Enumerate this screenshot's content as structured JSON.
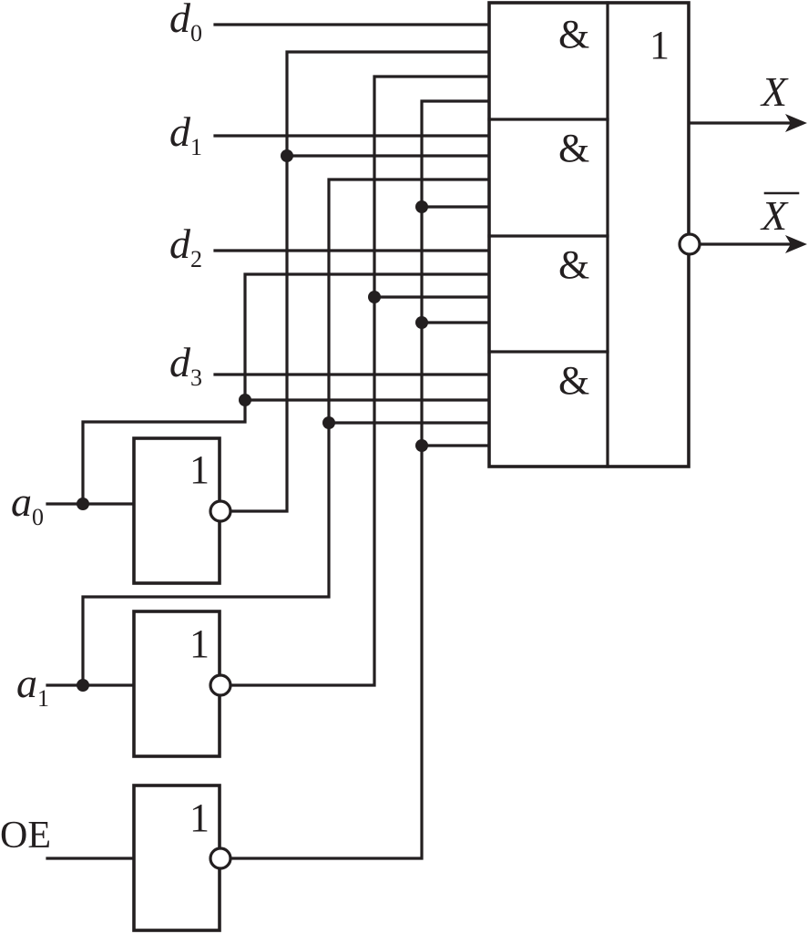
{
  "inputs": {
    "d0": {
      "letter": "d",
      "index": "0"
    },
    "d1": {
      "letter": "d",
      "index": "1"
    },
    "d2": {
      "letter": "d",
      "index": "2"
    },
    "d3": {
      "letter": "d",
      "index": "3"
    },
    "a0": {
      "letter": "a",
      "index": "0"
    },
    "a1": {
      "letter": "a",
      "index": "1"
    },
    "oe": "OE"
  },
  "gates": {
    "and_symbol": "&",
    "or_symbol": "1",
    "inverter_symbol": "1"
  },
  "outputs": {
    "x": "X",
    "x_bar": "X"
  }
}
